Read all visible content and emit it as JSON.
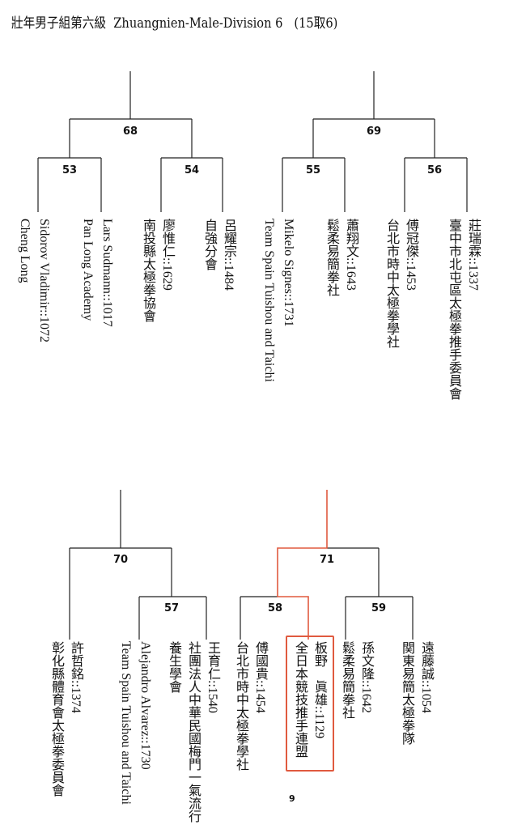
{
  "title": "壯年男子組第六級  Zhuangnien-Male-Division 6   (15取6)",
  "matches": {
    "m68": "68",
    "m69": "69",
    "m53": "53",
    "m54": "54",
    "m55": "55",
    "m56": "56",
    "m70": "70",
    "m71": "71",
    "m57": "57",
    "m58": "58",
    "m59": "59"
  },
  "entries": [
    {
      "name": "Sidorov Vladimir::1072",
      "club": "Cheng Long"
    },
    {
      "name": "Lars Sudmann::1017",
      "club": "Pan Long Academy"
    },
    {
      "name": "廖惟仁::1629",
      "club": "南投縣太極拳協會"
    },
    {
      "name": "呂耀宗::1484",
      "club": "自強分會"
    },
    {
      "name": "Mikelo Signes::1731",
      "club": "Team Spain Tuishou and Taichi"
    },
    {
      "name": "蕭翔文::1643",
      "club": "鬆柔易簡拳社"
    },
    {
      "name": "傅冠傑::1453",
      "club": "台北市時中太極拳學社"
    },
    {
      "name": "莊瑞霖::1337",
      "club": "臺中市北屯區太極拳推手委員會"
    },
    {
      "name": "許哲銘::1374",
      "club": "彰化縣體育會太極拳委員會"
    },
    {
      "name": "Alejandro Alvarez::1730",
      "club": "Team Spain Tuishou and Taichi"
    },
    {
      "name": "王育仁::1540",
      "club": "社團法人中華民國梅門一氣流行養生學會"
    },
    {
      "name": "傅國貴::1454",
      "club": "台北市時中太極拳學社"
    },
    {
      "name": "板野　眞雄::1129",
      "club": "全日本競技推手連盟"
    },
    {
      "name": "孫文隆::1642",
      "club": "鬆柔易簡拳社"
    },
    {
      "name": "遠藤誠::1054",
      "club": "関東易簡太極拳隊"
    }
  ],
  "page_number": "9",
  "colors": {
    "line": "#222222",
    "highlight": "#e05a3f"
  }
}
